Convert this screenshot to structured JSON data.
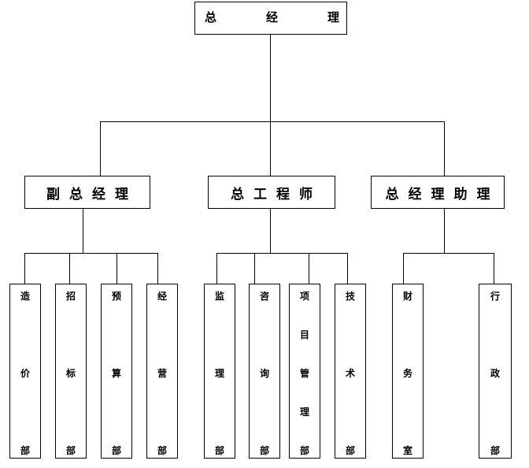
{
  "root": {
    "chars": [
      "总",
      "经",
      "理"
    ]
  },
  "managers": [
    {
      "label": "副总经理"
    },
    {
      "label": "总工程师"
    },
    {
      "label": "总经理助理"
    }
  ],
  "departments": [
    {
      "chars": [
        "造",
        "价",
        "部"
      ]
    },
    {
      "chars": [
        "招",
        "标",
        "部"
      ]
    },
    {
      "chars": [
        "预",
        "算",
        "部"
      ]
    },
    {
      "chars": [
        "经",
        "营",
        "部"
      ]
    },
    {
      "chars": [
        "监",
        "理",
        "部"
      ]
    },
    {
      "chars": [
        "咨",
        "询",
        "部"
      ]
    },
    {
      "chars": [
        "项",
        "目",
        "管",
        "理",
        "部"
      ]
    },
    {
      "chars": [
        "技",
        "术",
        "部"
      ]
    },
    {
      "chars": [
        "财",
        "务",
        "室"
      ]
    },
    {
      "chars": [
        "行",
        "政",
        "部"
      ]
    }
  ]
}
